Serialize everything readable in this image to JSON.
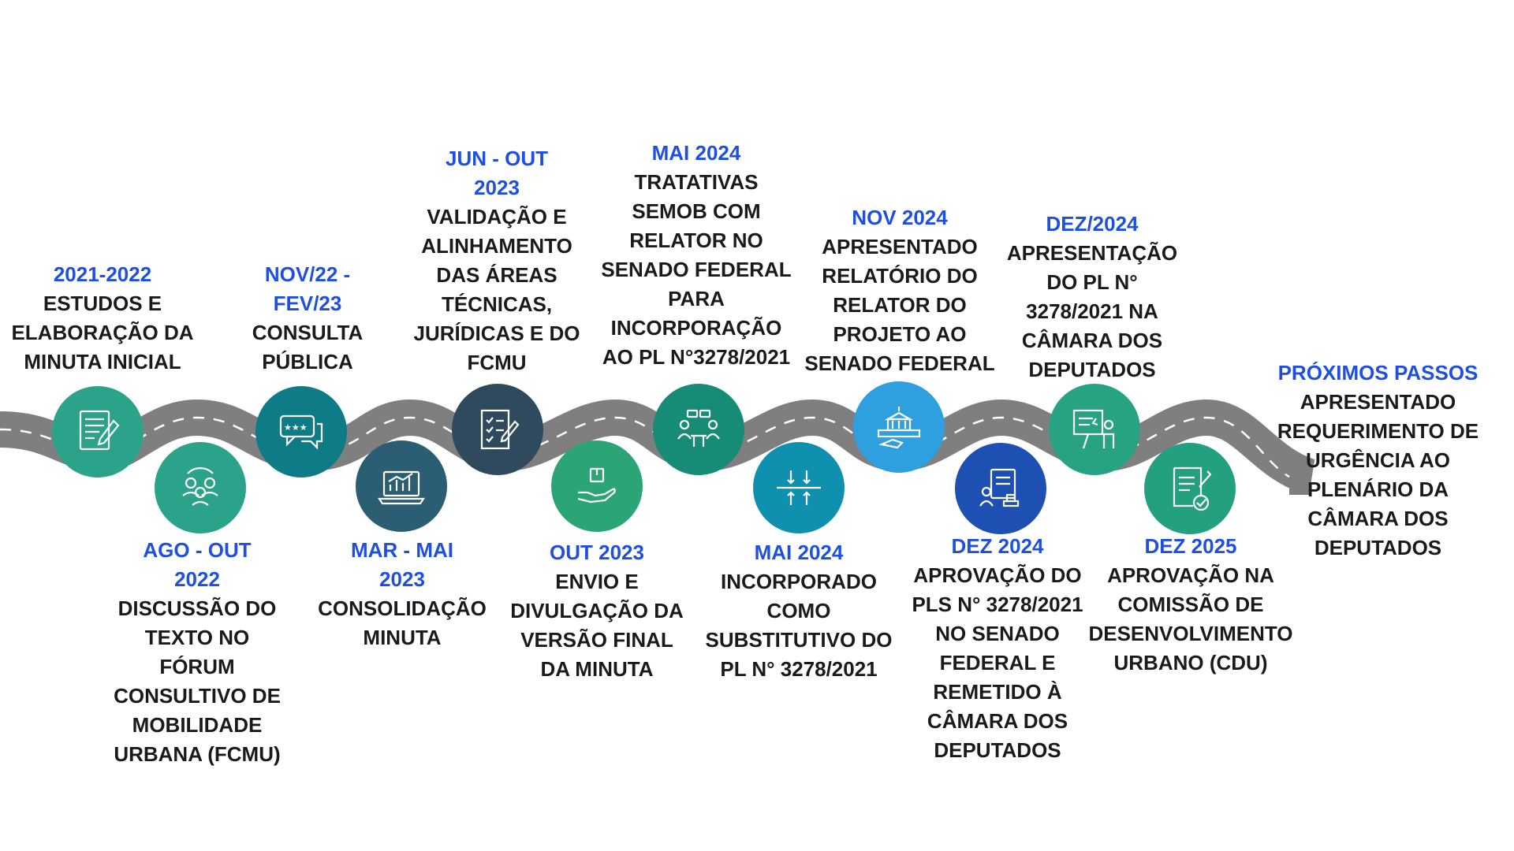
{
  "colors": {
    "road": "#7F7F7F",
    "road_dash": "#FFFFFF",
    "date_text": "#1F4FE0",
    "body_text": "#1A1A1A",
    "teal_green": "#2BA38A",
    "teal_blue": "#0E7C86",
    "slate_blue": "#2B5E73",
    "navy": "#2F4A5C",
    "green": "#2BA576",
    "dark_teal": "#168B76",
    "cyan": "#0E90AE",
    "light_blue": "#2E9FDF",
    "royal_blue": "#1E4FB3",
    "mint": "#27A383",
    "sea_green": "#22A07F"
  },
  "milestones": [
    {
      "date_lines": [
        "2021-2022"
      ],
      "text_lines": [
        "ESTUDOS E",
        "ELABORAÇÃO DA",
        "MINUTA INICIAL"
      ],
      "icon": "document-pen-icon"
    },
    {
      "date_lines": [
        "AGO - OUT",
        "2022"
      ],
      "text_lines": [
        "DISCUSSÃO DO",
        "TEXTO NO",
        "FÓRUM",
        "CONSULTIVO DE",
        "MOBILIDADE",
        "URBANA (FCMU)"
      ],
      "icon": "group-discussion-icon"
    },
    {
      "date_lines": [
        "NOV/22 -",
        "FEV/23"
      ],
      "text_lines": [
        "CONSULTA",
        "PÚBLICA"
      ],
      "icon": "rating-chat-icon"
    },
    {
      "date_lines": [
        "MAR - MAI",
        "2023"
      ],
      "text_lines": [
        "CONSOLIDAÇÃO",
        "MINUTA"
      ],
      "icon": "laptop-chart-icon"
    },
    {
      "date_lines": [
        "JUN - OUT",
        "2023"
      ],
      "text_lines": [
        "VALIDAÇÃO E",
        "ALINHAMENTO",
        "DAS ÁREAS",
        "TÉCNICAS,",
        "JURÍDICAS E DO",
        "FCMU"
      ],
      "icon": "checklist-icon"
    },
    {
      "date_lines": [
        "OUT 2023"
      ],
      "text_lines": [
        "ENVIO  E",
        "DIVULGAÇÃO DA",
        "VERSÃO FINAL",
        "DA MINUTA"
      ],
      "icon": "hand-package-icon"
    },
    {
      "date_lines": [
        "MAI 2024"
      ],
      "text_lines": [
        "TRATATIVAS",
        "SEMOB COM",
        "RELATOR NO",
        "SENADO FEDERAL",
        "PARA",
        "INCORPORAÇÃO",
        "AO PL N°3278/2021"
      ],
      "icon": "meeting-table-icon"
    },
    {
      "date_lines": [
        "MAI 2024"
      ],
      "text_lines": [
        "INCORPORADO",
        "COMO",
        "SUBSTITUTIVO DO",
        "PL N° 3278/2021"
      ],
      "icon": "merge-arrows-icon"
    },
    {
      "date_lines": [
        "NOV 2024"
      ],
      "text_lines": [
        "APRESENTADO",
        "RELATÓRIO DO",
        "RELATOR DO",
        "PROJETO AO",
        "SENADO FEDERAL"
      ],
      "icon": "government-building-icon"
    },
    {
      "date_lines": [
        "DEZ 2024"
      ],
      "text_lines": [
        "APROVAÇÃO DO",
        "PLS N° 3278/2021",
        "NO SENADO",
        "FEDERAL E",
        "REMETIDO À",
        "CÂMARA DOS",
        "DEPUTADOS"
      ],
      "icon": "approval-stamp-icon"
    },
    {
      "date_lines": [
        "DEZ/2024"
      ],
      "text_lines": [
        "APRESENTAÇÃO",
        "DO PL N°",
        "3278/2021 NA",
        "CÂMARA DOS",
        "DEPUTADOS"
      ],
      "icon": "presentation-board-icon"
    },
    {
      "date_lines": [
        "DEZ 2025"
      ],
      "text_lines": [
        "APROVAÇÃO NA",
        "COMISSÃO DE",
        "DESENVOLVIMENTO",
        "URBANO (CDU)"
      ],
      "icon": "signed-document-icon"
    },
    {
      "date_lines": [
        "PRÓXIMOS PASSOS"
      ],
      "text_lines": [
        "APRESENTADO",
        "REQUERIMENTO DE",
        "URGÊNCIA AO",
        "PLENÁRIO DA",
        "CÂMARA DOS",
        "DEPUTADOS"
      ],
      "icon": ""
    }
  ]
}
